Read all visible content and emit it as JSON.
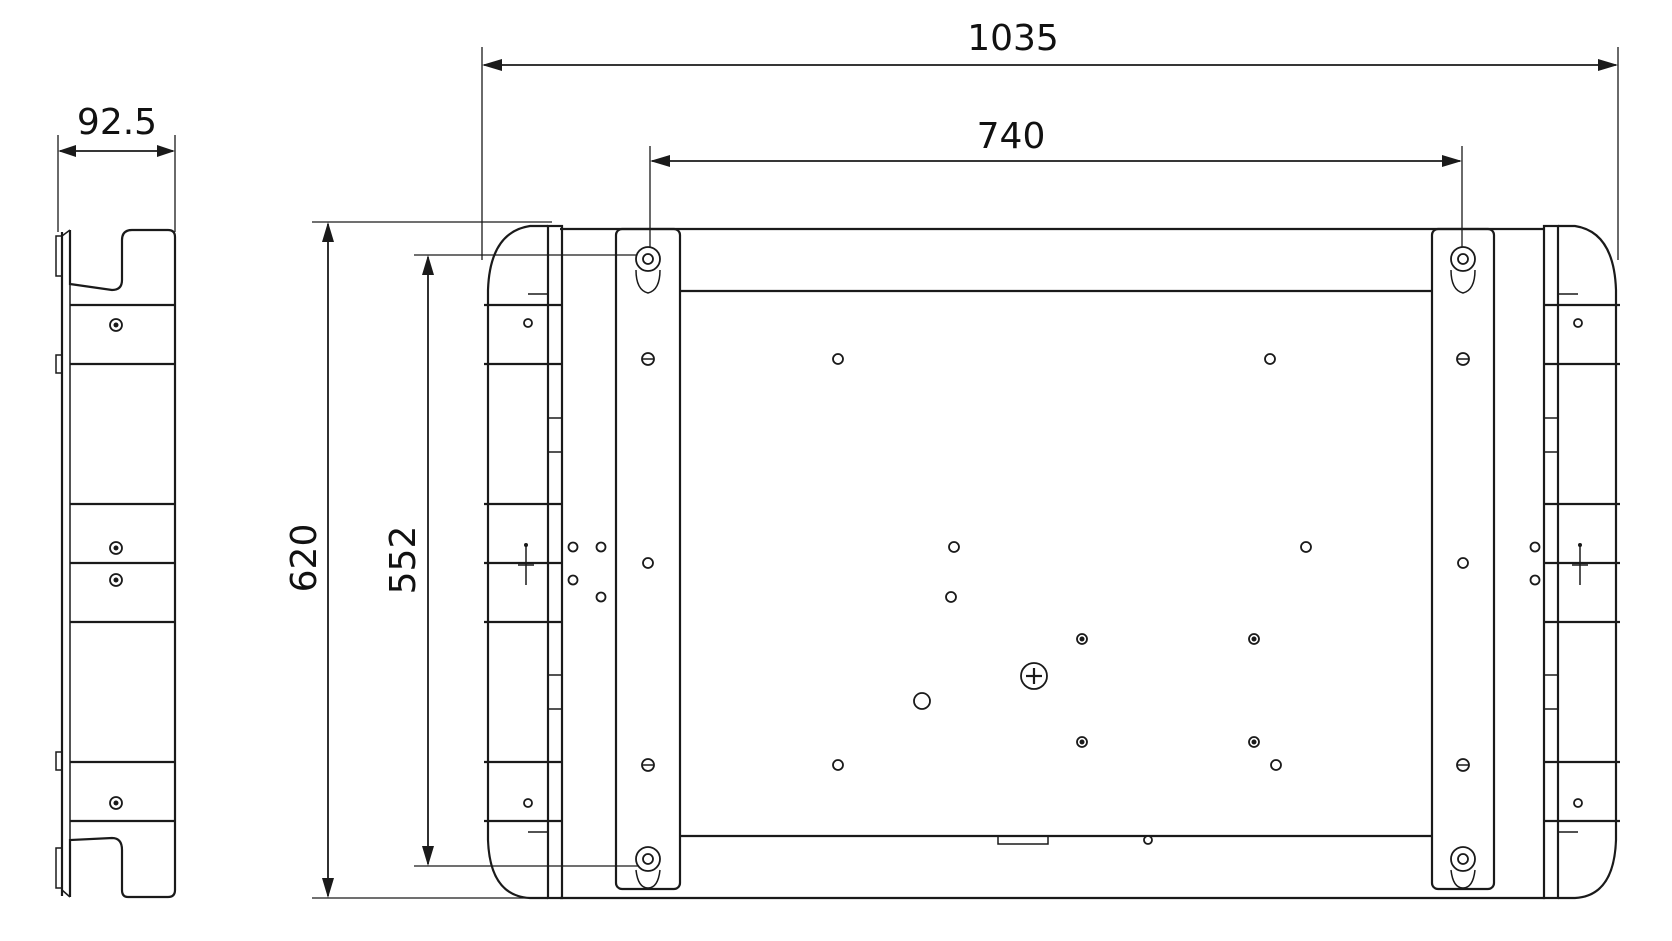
{
  "dimensions": {
    "depth": "92.5",
    "overall_width": "1035",
    "hole_spacing_width": "740",
    "overall_height": "620",
    "hole_spacing_height": "552"
  }
}
